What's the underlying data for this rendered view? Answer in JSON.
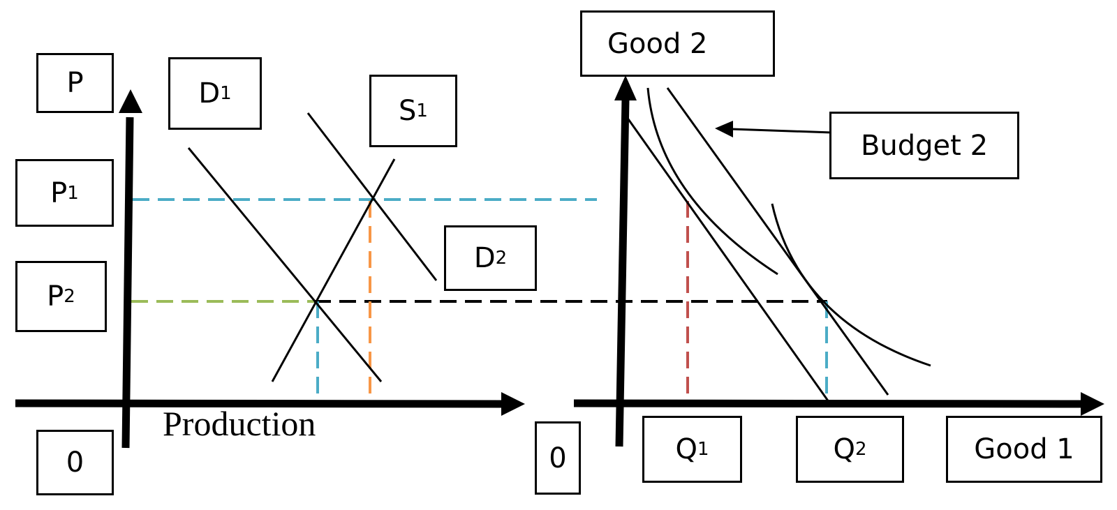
{
  "left_panel": {
    "y_axis_label": "P",
    "x_axis_label": "Production",
    "origin_label": "0",
    "price_levels": [
      {
        "label": "P",
        "sub": "1"
      },
      {
        "label": "P",
        "sub": "2"
      }
    ],
    "curves": [
      {
        "label": "D",
        "sub": "1",
        "kind": "demand"
      },
      {
        "label": "S",
        "sub": "1",
        "kind": "supply"
      },
      {
        "label": "D",
        "sub": "2",
        "kind": "demand"
      }
    ]
  },
  "right_panel": {
    "y_axis_label": "Good 2",
    "x_axis_label": "Good 1",
    "origin_label": "0",
    "quantities": [
      {
        "label": "Q",
        "sub": "1"
      },
      {
        "label": "Q",
        "sub": "2"
      }
    ],
    "annotation": "Budget 2",
    "curves": [
      "budget-line-1",
      "budget-line-2",
      "indifference-curve-1",
      "indifference-curve-2"
    ]
  },
  "colors": {
    "p1_guide": "#4bacc6",
    "p2_guide_left": "#9bbb59",
    "p2_guide_right": "#000000",
    "q_at_p1_left": "#f79646",
    "q_at_p2_left": "#4bacc6",
    "q1_guide": "#c0504d",
    "q2_guide": "#4bacc6"
  }
}
